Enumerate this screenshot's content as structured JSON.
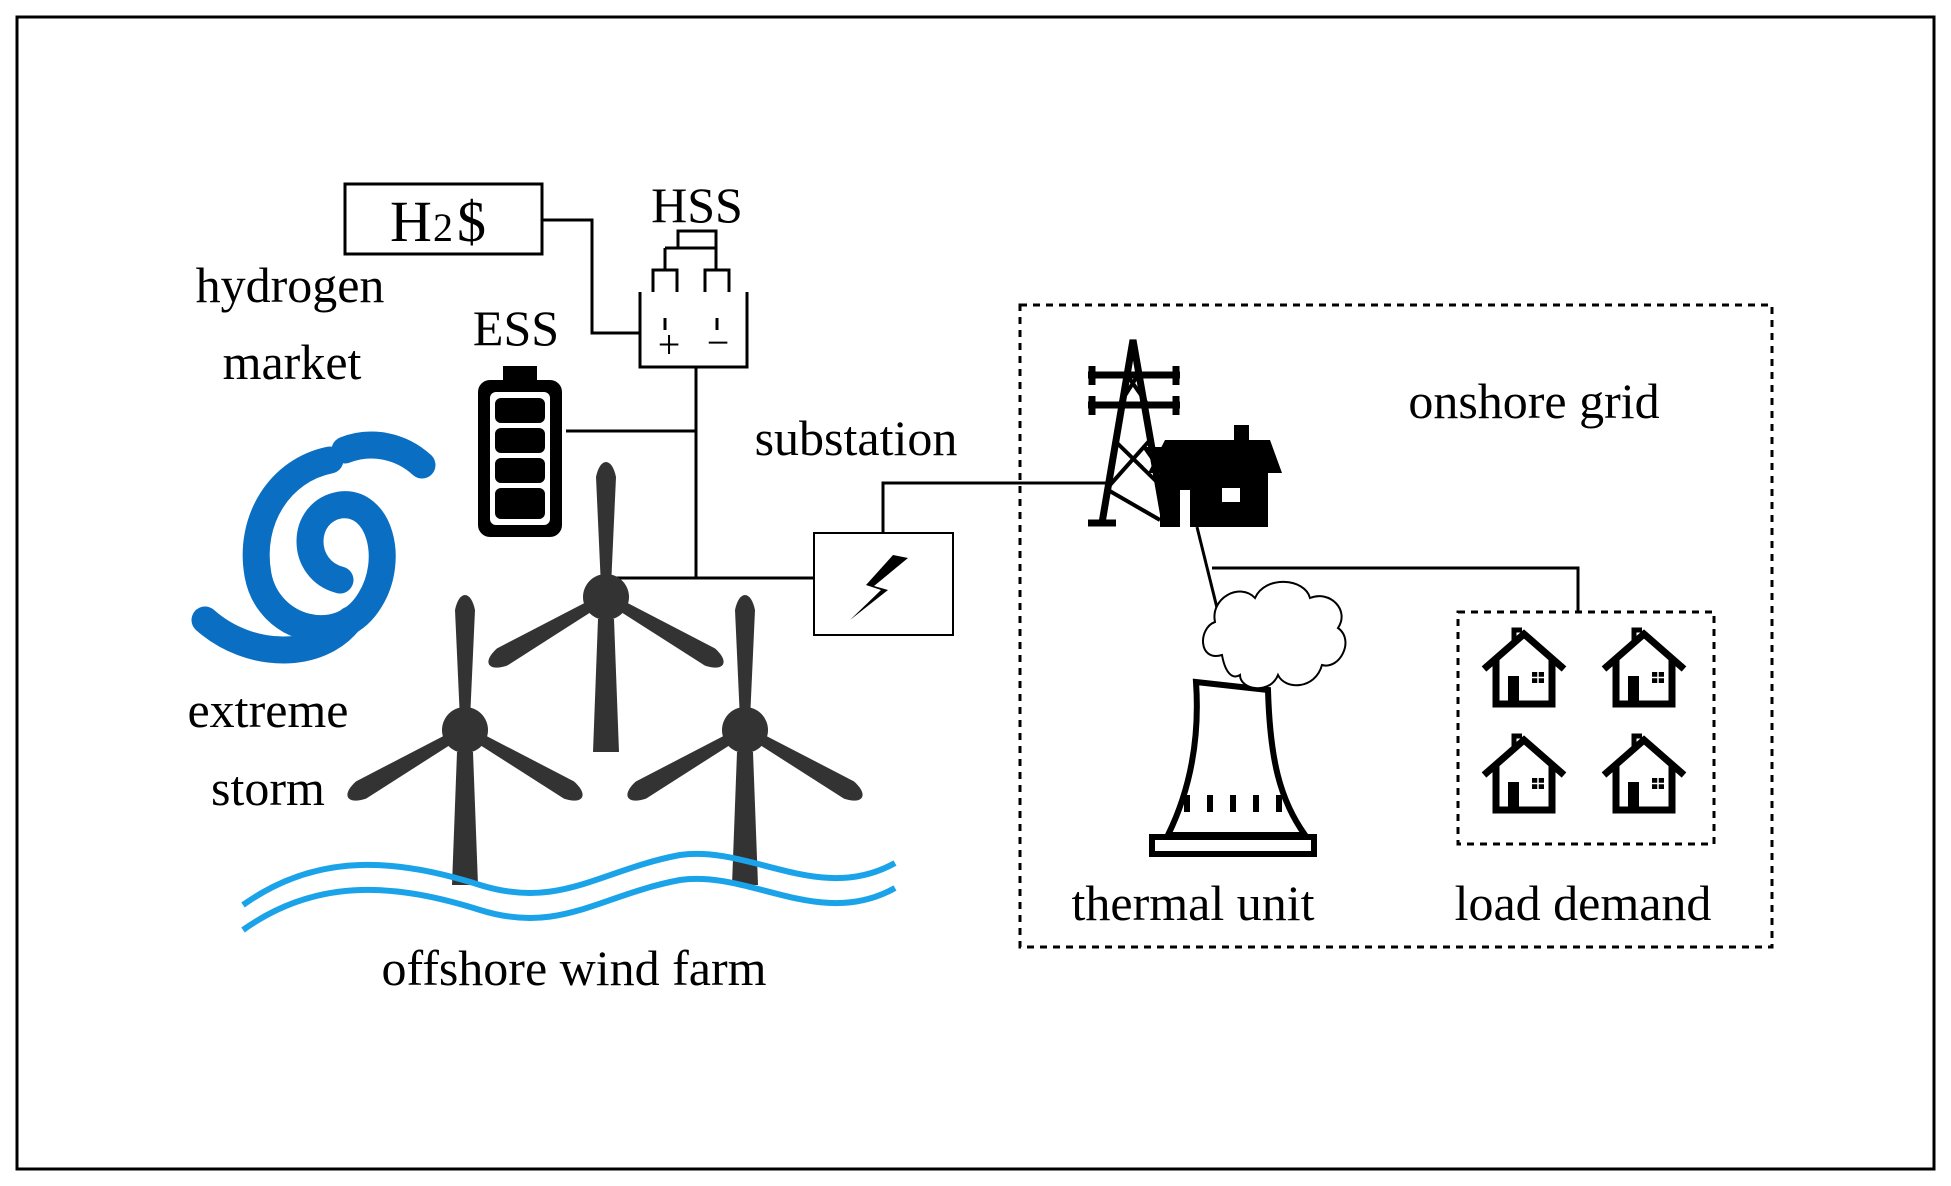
{
  "labels": {
    "hydrogen_price": "H",
    "hydrogen_price_sub": "2",
    "hydrogen_price_sym": "$",
    "hss": "HSS",
    "hydrogen_market_line1": "hydrogen",
    "hydrogen_market_line2": "market",
    "ess": "ESS",
    "substation": "substation",
    "onshore_grid": "onshore grid",
    "extreme_storm_line1": "extreme",
    "extreme_storm_line2": "storm",
    "offshore_wind_farm": "offshore wind farm",
    "thermal_unit": "thermal unit",
    "load_demand": "load demand",
    "hss_plus": "+",
    "hss_minus": "−"
  },
  "colors": {
    "storm": "#0a6fc2",
    "waves": "#1aa3e8",
    "turbine": "#333333",
    "lines": "#000000"
  },
  "icons": [
    "hydrogen-price-box",
    "hss-icon",
    "battery-icon",
    "storm-icon",
    "wind-turbine-icon",
    "waves-icon",
    "substation-icon",
    "transmission-tower-icon",
    "house-icon",
    "thermal-plant-icon",
    "cloud-icon",
    "home-icon"
  ]
}
